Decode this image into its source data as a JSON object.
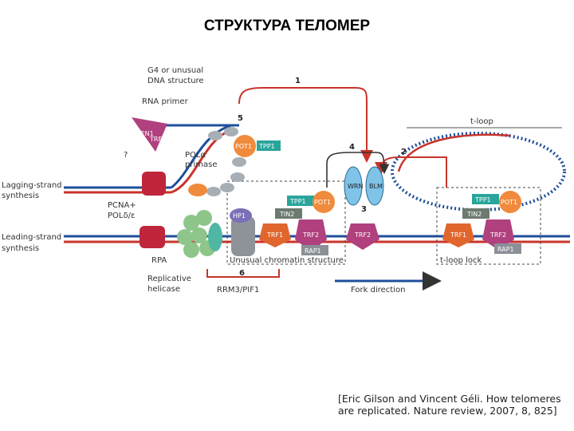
{
  "title": "СТРУКТУРА ТЕЛОМЕР",
  "citation": "[Eric Gilson and Vincent Géli. How telomeres are replicated. Nature review, 2007, 8, 825]",
  "labels": {
    "g4": "G4 or unusual",
    "g4b": "DNA structure",
    "rna_primer": "RNA primer",
    "pola": "POLα",
    "primase": "primase",
    "lagging1": "Lagging-strand",
    "lagging2": "synthesis",
    "leading1": "Leading-strand",
    "leading2": "synthesis",
    "pcna1": "PCNA+",
    "pcna2": "POLδ/ε",
    "rpa": "RPA",
    "helicase1": "Replicative",
    "helicase2": "helicase",
    "rrm3": "RRM3/PIF1",
    "unusual": "Unusual chromatin structure",
    "fork": "Fork direction",
    "tloop": "t-loop",
    "tloop_lock": "t-loop lock",
    "question": "?"
  },
  "proteins": {
    "fen1": "FEN1",
    "trf1": "TRF1",
    "trf2": "TRF2",
    "pot1": "POT1",
    "tpp1": "TPP1",
    "tin2": "TIN2",
    "raf1": "RAP1",
    "hp1": "HP1",
    "wrn": "WRN",
    "blm": "BLM"
  },
  "steps": [
    "1",
    "2",
    "3",
    "4",
    "5",
    "6"
  ],
  "colors": {
    "dna_blue": "#1f4f9a",
    "dna_red": "#c8342b",
    "pot1": "#f08a3c",
    "tpp1": "#2aa59b",
    "tin2": "#6c7a70",
    "trf": "#e0662e",
    "trf2": "#b0407e",
    "rap1": "#8a9096",
    "helicase": "#8dc58a",
    "wrn": "#7fc3e8",
    "clamp": "#c0263b"
  }
}
